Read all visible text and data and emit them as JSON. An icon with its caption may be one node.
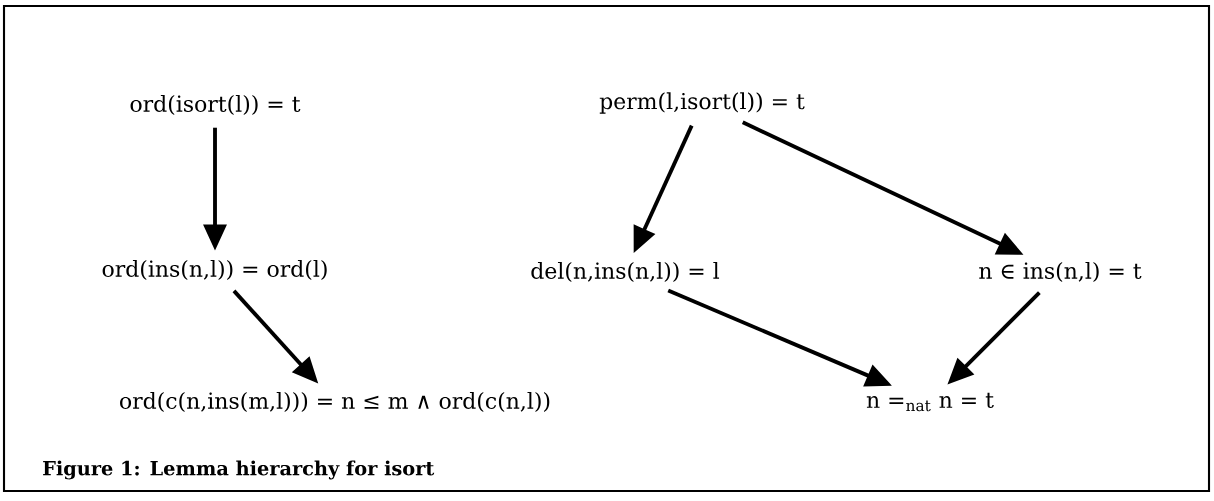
{
  "diagram": {
    "caption": "Figure 1: Lemma hierarchy for isort",
    "nodes": [
      {
        "text": [
          "ord(isort(l)) = t"
        ]
      },
      {
        "text": [
          "ord(ins(n,l)) = ord(l)"
        ]
      },
      {
        "text": [
          "ord(c(n,ins(m,l))) = n ≤ m ∧ ord(c(n,l))"
        ]
      },
      {
        "text": [
          "perm(l,isort(l)) = t"
        ]
      },
      {
        "text": [
          "del(n,ins(n,l)) = l"
        ]
      },
      {
        "text": [
          "n ∈ ins(n,l) = t"
        ]
      },
      {
        "text": [
          "n =$_{nat}$ n = t"
        ]
      }
    ],
    "edges": [
      {
        "from": 0,
        "to": 1,
        "arrow": "to"
      },
      {
        "from": 1,
        "to": 2,
        "arrow": "to"
      },
      {
        "from": 3,
        "to": 4,
        "arrow": "to"
      },
      {
        "from": 3,
        "to": 5,
        "arrow": "to"
      },
      {
        "from": 4,
        "to": 6,
        "arrow": "to"
      },
      {
        "from": 5,
        "to": 6,
        "arrow": "to"
      }
    ]
  }
}
